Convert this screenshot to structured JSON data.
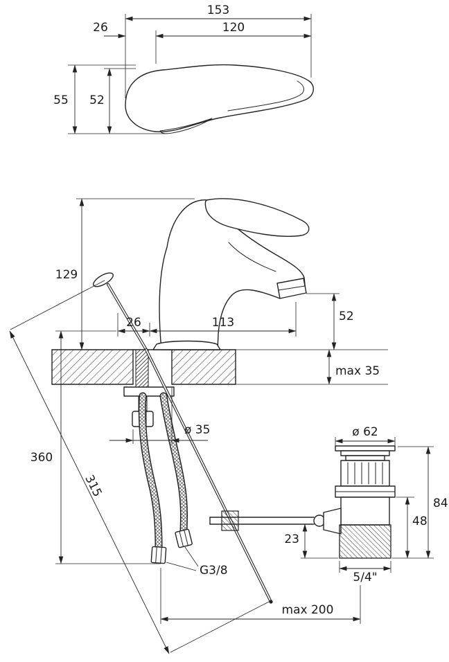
{
  "drawing": {
    "type": "technical-dimension-drawing",
    "subject": "single-lever basin mixer faucet with pop-up drain",
    "background": "#ffffff",
    "line_color": "#232323"
  },
  "labels": {
    "top_view": {
      "overall_length": "153",
      "lever_length": "120",
      "lever_offset": "26",
      "overall_width": "55",
      "body_width": "52"
    },
    "front_view": {
      "body_height": "129",
      "rod_offset": "26",
      "spout_reach": "113",
      "spout_height": "52",
      "deck_max": "max 35"
    },
    "installation": {
      "hole_diameter": "ø 35",
      "hose_length": "360",
      "rod_length": "315",
      "hose_thread": "G3/8",
      "max_reach": "max 200"
    },
    "drain": {
      "flange_diameter": "ø 62",
      "total_height": "84",
      "thread_height": "48",
      "lever_offset": "23",
      "thread_size": "5/4\""
    }
  }
}
